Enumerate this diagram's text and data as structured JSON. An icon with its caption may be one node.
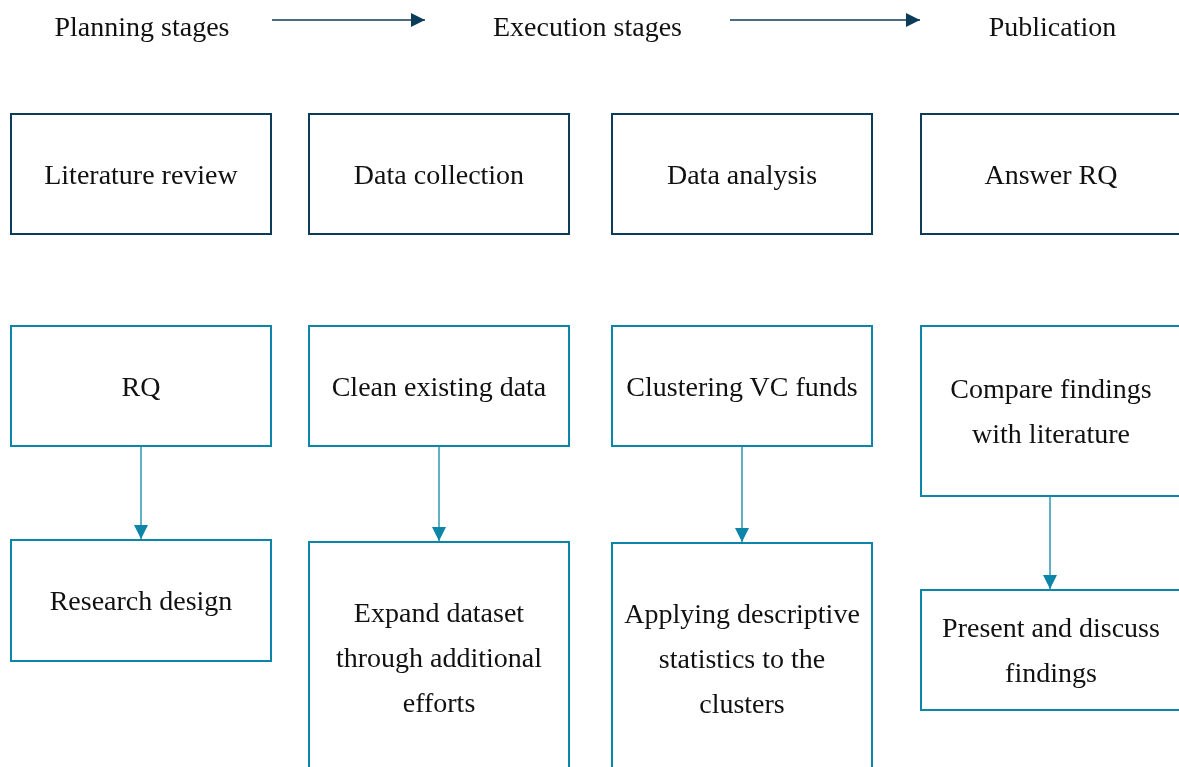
{
  "diagram": {
    "nodes": [
      {
        "text": [
          "Planning stages"
        ]
      },
      {
        "text": [
          "Execution stages"
        ]
      },
      {
        "text": [
          "Publication"
        ]
      },
      {
        "text": [
          "Literature review"
        ]
      },
      {
        "text": [
          "Data collection"
        ]
      },
      {
        "text": [
          "Data analysis"
        ]
      },
      {
        "text": [
          "Answer RQ"
        ]
      },
      {
        "text": [
          "RQ"
        ]
      },
      {
        "text": [
          "Clean existing data"
        ]
      },
      {
        "text": [
          "Clustering VC funds"
        ]
      },
      {
        "text": [
          "Compare findings with literature"
        ]
      },
      {
        "text": [
          "Research design"
        ]
      },
      {
        "text": [
          "Expand dataset through additional efforts"
        ]
      },
      {
        "text": [
          "Applying descriptive statistics to the clusters"
        ]
      },
      {
        "text": [
          "Present and discuss findings"
        ]
      }
    ],
    "edges": [
      {
        "from": 0,
        "to": 1,
        "arrow": "to",
        "color": "#0d3b5a"
      },
      {
        "from": 1,
        "to": 2,
        "arrow": "to",
        "color": "#0d3b5a"
      },
      {
        "from": 7,
        "to": 11,
        "arrow": "to"
      },
      {
        "from": 8,
        "to": 12,
        "arrow": "to"
      },
      {
        "from": 9,
        "to": 13,
        "arrow": "to"
      },
      {
        "from": 10,
        "to": 14,
        "arrow": "to"
      }
    ]
  }
}
